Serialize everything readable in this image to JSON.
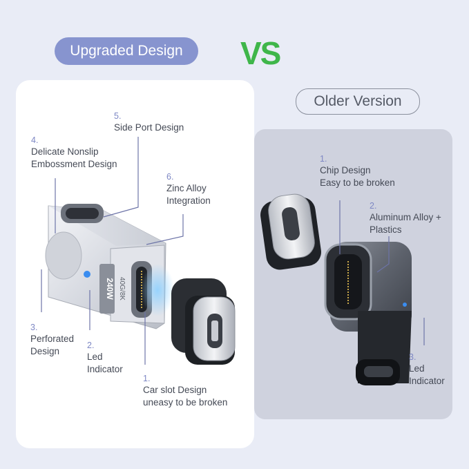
{
  "header": {
    "upgraded_label": "Upgraded Design",
    "vs_label": "VS",
    "older_label": "Older Version"
  },
  "upgraded_callouts": [
    {
      "num": "5.",
      "text_lines": [
        "Side Port Design"
      ]
    },
    {
      "num": "4.",
      "text_lines": [
        "Delicate Nonslip",
        "Embossment Design"
      ]
    },
    {
      "num": "6.",
      "text_lines": [
        "Zinc Alloy",
        "Integration"
      ]
    },
    {
      "num": "3.",
      "text_lines": [
        "Perforated",
        "Design"
      ]
    },
    {
      "num": "2.",
      "text_lines": [
        "Led",
        "Indicator"
      ]
    },
    {
      "num": "1.",
      "text_lines": [
        "Car slot Design",
        "uneasy to be broken"
      ]
    }
  ],
  "older_callouts": [
    {
      "num": "1.",
      "text_lines": [
        "Chip Design",
        "Easy to be broken"
      ]
    },
    {
      "num": "2.",
      "text_lines": [
        "Aluminum Alloy +",
        "Plastics"
      ]
    },
    {
      "num": "3.",
      "text_lines": [
        "Led",
        "Indicator"
      ]
    }
  ],
  "product_print": {
    "speed": "40G/8K",
    "power": "240W"
  },
  "colors": {
    "background": "#e9ecf6",
    "pill_upgraded": "#8794cf",
    "vs_green": "#3fb64a",
    "older_panel": "#cfd2de",
    "led_blue": "#3a8df0"
  }
}
